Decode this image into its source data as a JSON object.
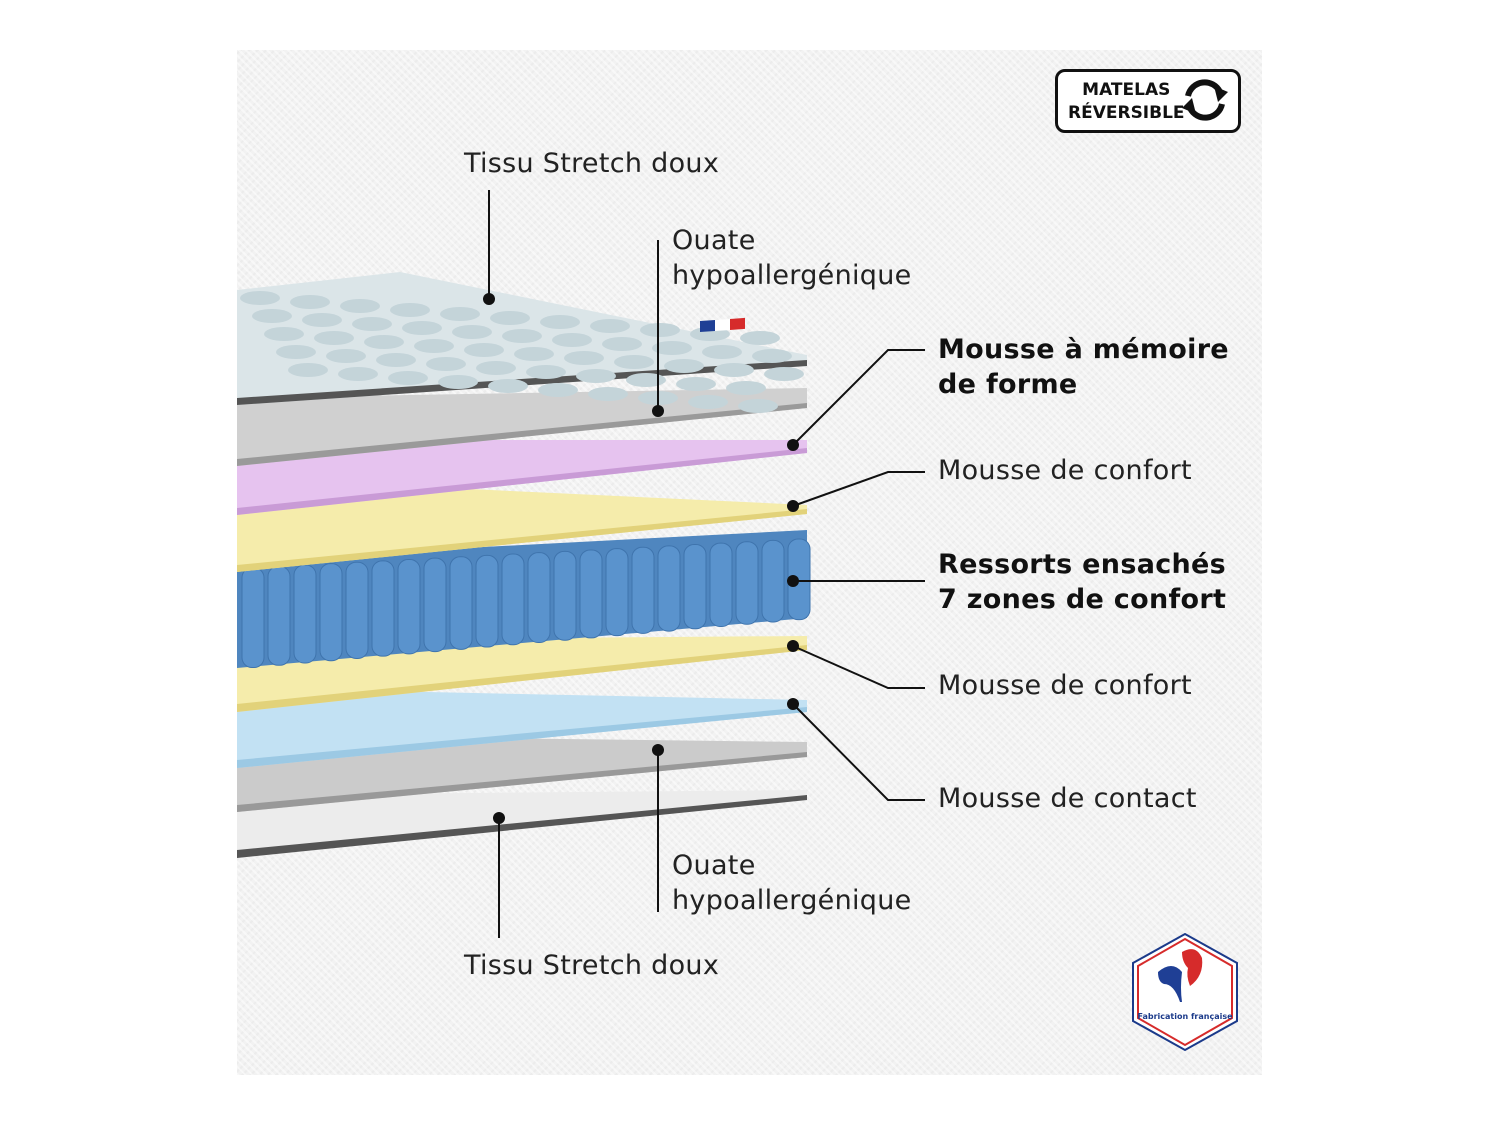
{
  "labels": {
    "top_fabric": "Tissu Stretch doux",
    "top_wadding_1": "Ouate",
    "top_wadding_2": "hypoallergénique",
    "memory_foam_1": "Mousse à mémoire",
    "memory_foam_2": "de forme",
    "comfort_foam_top": "Mousse de confort",
    "springs_1": "Ressorts ensachés",
    "springs_2": "7 zones de confort",
    "comfort_foam_bottom": "Mousse de confort",
    "contact_foam": "Mousse de contact",
    "bottom_wadding_1": "Ouate",
    "bottom_wadding_2": "hypoallergénique",
    "bottom_fabric": "Tissu Stretch doux"
  },
  "badge": {
    "line1": "MATELAS",
    "line2": "RÉVERSIBLE",
    "icon": "reverse-arrows-icon"
  },
  "origin_logo": {
    "text": "Fabrication française",
    "icon": "rooster-icon"
  },
  "colors": {
    "memory": "#e6c3ef",
    "comfort": "#f5ecab",
    "springs": "#5a93cd",
    "contact": "#c2e1f3",
    "wadding": "#cdcdcd",
    "fabric": "#dde6e9"
  }
}
